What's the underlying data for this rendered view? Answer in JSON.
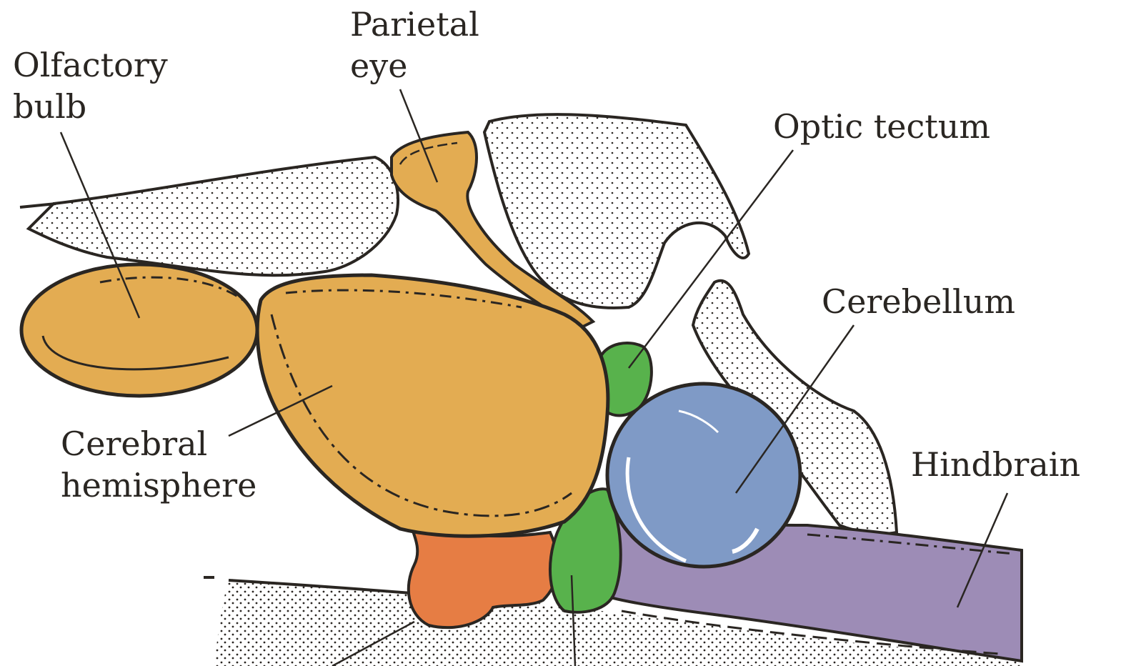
{
  "labels": {
    "olfactory_bulb": [
      "Olfactory",
      "bulb"
    ],
    "parietal_eye": [
      "Parietal",
      "eye"
    ],
    "optic_tectum": "Optic tectum",
    "cerebellum": "Cerebellum",
    "cerebral_hemisphere": [
      "Cerebral",
      "hemisphere"
    ],
    "hindbrain": "Hindbrain"
  },
  "colors": {
    "forebrain": "#e3ac52",
    "hypothalamus": "#e67d44",
    "midbrain": "#58b24c",
    "cerebellum": "#7f9ac6",
    "hindbrain": "#9d8cb6",
    "outline": "#2a2622",
    "skull": "#ffffff"
  }
}
